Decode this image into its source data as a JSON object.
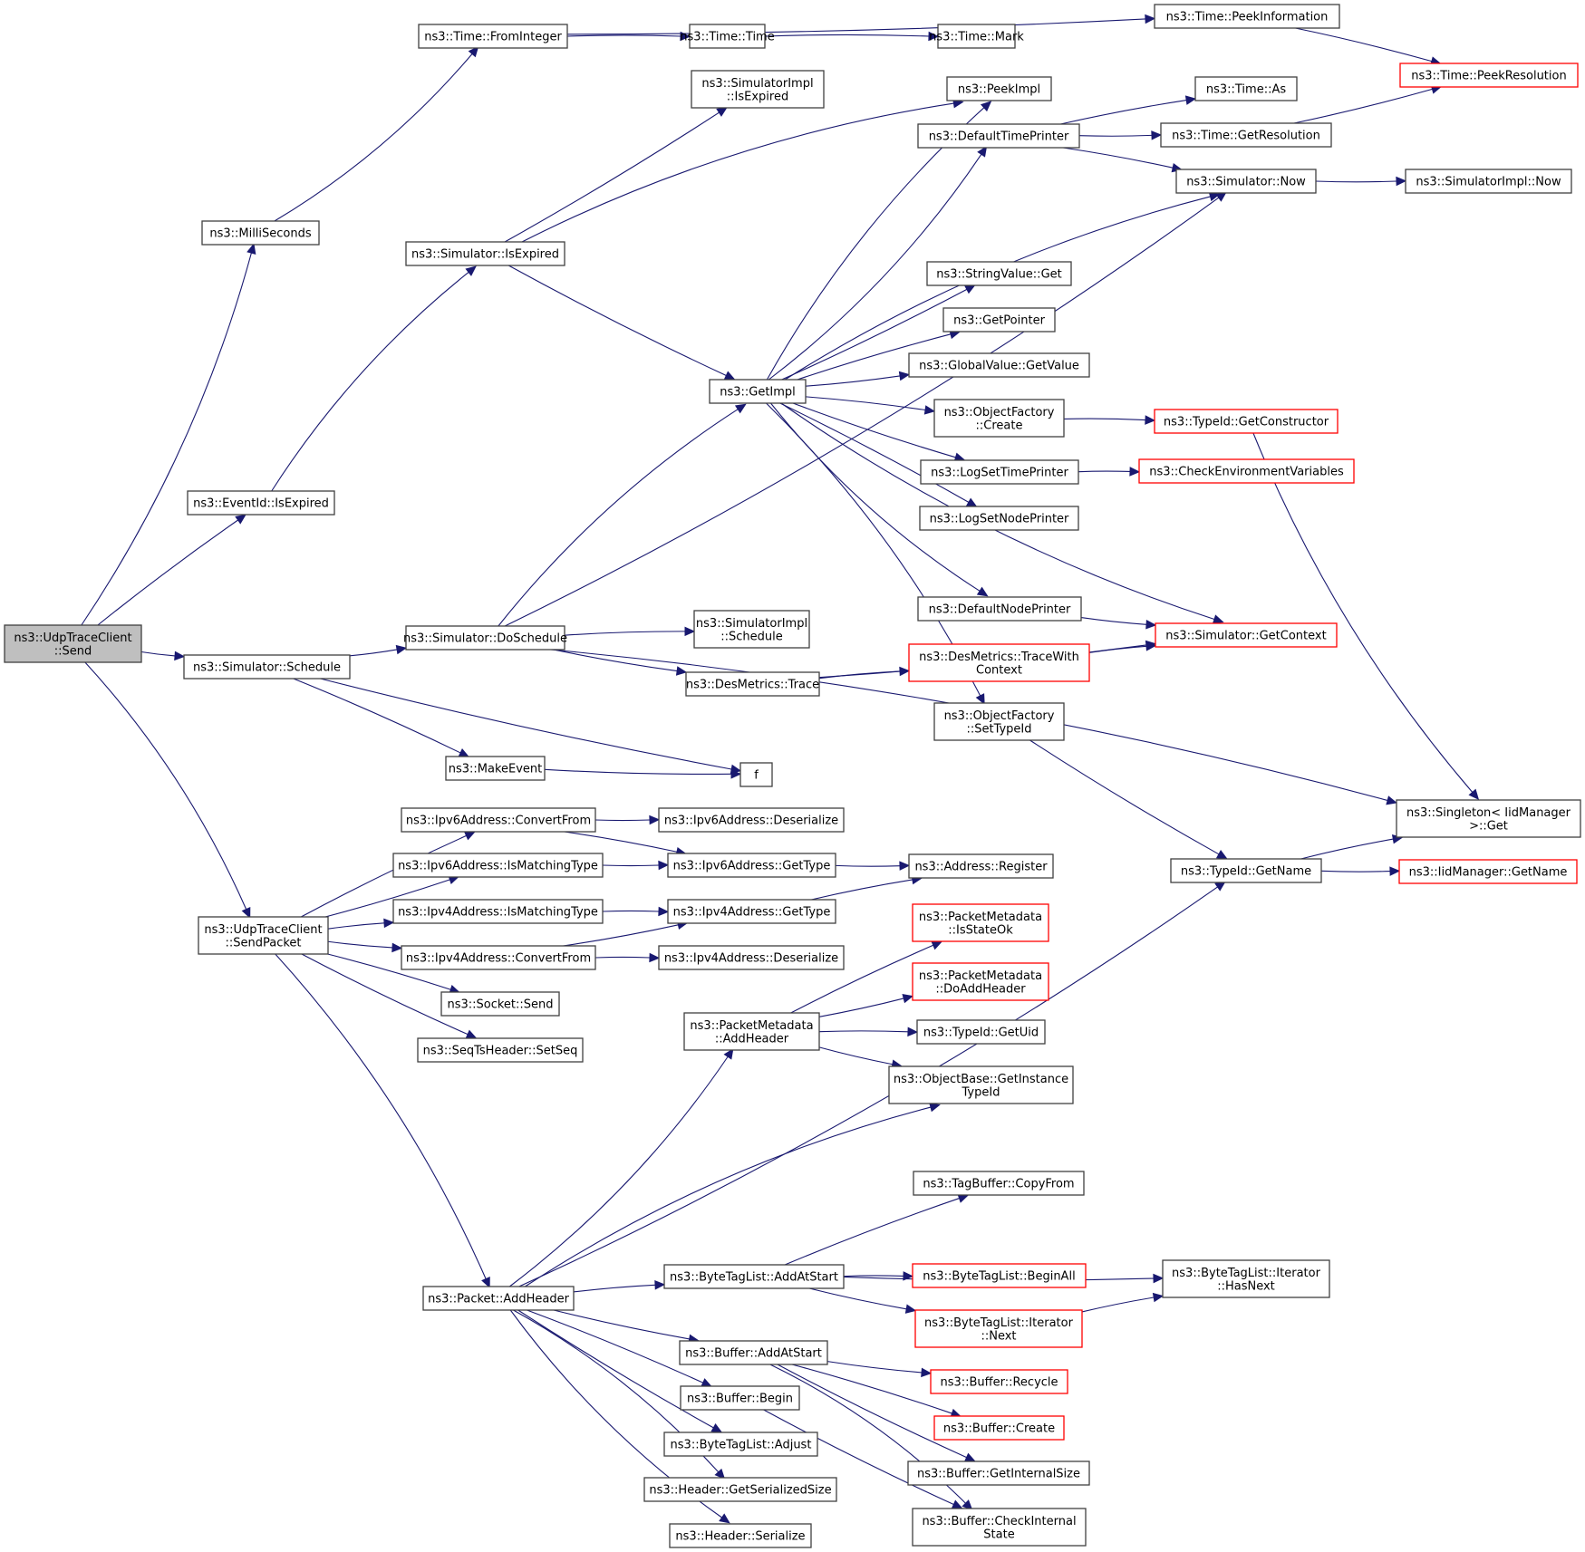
{
  "diagram": {
    "title": "Call graph of ns3::UdpTraceClient::Send",
    "colors": {
      "edge": "#191970",
      "node_border": "#404040",
      "root_fill": "#bfbfbf",
      "external_border": "#ff0000"
    },
    "nodes": [
      {
        "id": "send",
        "lines": [
          "ns3::UdpTraceClient",
          "::Send"
        ],
        "style": "root"
      },
      {
        "id": "millis",
        "lines": [
          "ns3::MilliSeconds"
        ]
      },
      {
        "id": "evexp",
        "lines": [
          "ns3::EventId::IsExpired"
        ]
      },
      {
        "id": "sched",
        "lines": [
          "ns3::Simulator::Schedule"
        ]
      },
      {
        "id": "sendpkt",
        "lines": [
          "ns3::UdpTraceClient",
          "::SendPacket"
        ]
      },
      {
        "id": "fromint",
        "lines": [
          "ns3::Time::FromInteger"
        ]
      },
      {
        "id": "simexp",
        "lines": [
          "ns3::Simulator::IsExpired"
        ]
      },
      {
        "id": "dosched",
        "lines": [
          "ns3::Simulator::DoSchedule"
        ]
      },
      {
        "id": "makeev",
        "lines": [
          "ns3::MakeEvent"
        ]
      },
      {
        "id": "f",
        "lines": [
          "f"
        ]
      },
      {
        "id": "v6conv",
        "lines": [
          "ns3::Ipv6Address::ConvertFrom"
        ]
      },
      {
        "id": "v6match",
        "lines": [
          "ns3::Ipv6Address::IsMatchingType"
        ]
      },
      {
        "id": "v4match",
        "lines": [
          "ns3::Ipv4Address::IsMatchingType"
        ]
      },
      {
        "id": "v4conv",
        "lines": [
          "ns3::Ipv4Address::ConvertFrom"
        ]
      },
      {
        "id": "socksend",
        "lines": [
          "ns3::Socket::Send"
        ]
      },
      {
        "id": "setseq",
        "lines": [
          "ns3::SeqTsHeader::SetSeq"
        ]
      },
      {
        "id": "pktaddh",
        "lines": [
          "ns3::Packet::AddHeader"
        ]
      },
      {
        "id": "timetime",
        "lines": [
          "ns3::Time::Time"
        ]
      },
      {
        "id": "timemark",
        "lines": [
          "ns3::Time::Mark"
        ]
      },
      {
        "id": "siexp",
        "lines": [
          "ns3::SimulatorImpl",
          "::IsExpired"
        ]
      },
      {
        "id": "getimpl",
        "lines": [
          "ns3::GetImpl"
        ]
      },
      {
        "id": "sisched",
        "lines": [
          "ns3::SimulatorImpl",
          "::Schedule"
        ]
      },
      {
        "id": "dmtrace",
        "lines": [
          "ns3::DesMetrics::Trace"
        ]
      },
      {
        "id": "v6deser",
        "lines": [
          "ns3::Ipv6Address::Deserialize"
        ]
      },
      {
        "id": "v6type",
        "lines": [
          "ns3::Ipv6Address::GetType"
        ]
      },
      {
        "id": "v4type",
        "lines": [
          "ns3::Ipv4Address::GetType"
        ]
      },
      {
        "id": "v4deser",
        "lines": [
          "ns3::Ipv4Address::Deserialize"
        ]
      },
      {
        "id": "pmaddh",
        "lines": [
          "ns3::PacketMetadata",
          "::AddHeader"
        ]
      },
      {
        "id": "btladd",
        "lines": [
          "ns3::ByteTagList::AddAtStart"
        ]
      },
      {
        "id": "bufadd",
        "lines": [
          "ns3::Buffer::AddAtStart"
        ]
      },
      {
        "id": "bufbegin",
        "lines": [
          "ns3::Buffer::Begin"
        ]
      },
      {
        "id": "btladj",
        "lines": [
          "ns3::ByteTagList::Adjust"
        ]
      },
      {
        "id": "hdrsize",
        "lines": [
          "ns3::Header::GetSerializedSize"
        ]
      },
      {
        "id": "hdrser",
        "lines": [
          "ns3::Header::Serialize"
        ]
      },
      {
        "id": "peekimpl",
        "lines": [
          "ns3::PeekImpl"
        ]
      },
      {
        "id": "deftp",
        "lines": [
          "ns3::DefaultTimePrinter"
        ]
      },
      {
        "id": "strget",
        "lines": [
          "ns3::StringValue::Get"
        ]
      },
      {
        "id": "getptr",
        "lines": [
          "ns3::GetPointer"
        ]
      },
      {
        "id": "gvget",
        "lines": [
          "ns3::GlobalValue::GetValue"
        ]
      },
      {
        "id": "ofcreate",
        "lines": [
          "ns3::ObjectFactory",
          "::Create"
        ]
      },
      {
        "id": "logtp",
        "lines": [
          "ns3::LogSetTimePrinter"
        ]
      },
      {
        "id": "lognp",
        "lines": [
          "ns3::LogSetNodePrinter"
        ]
      },
      {
        "id": "defnp",
        "lines": [
          "ns3::DefaultNodePrinter"
        ]
      },
      {
        "id": "dmtwc",
        "lines": [
          "ns3::DesMetrics::TraceWith",
          "Context"
        ],
        "style": "red"
      },
      {
        "id": "ofsettid",
        "lines": [
          "ns3::ObjectFactory",
          "::SetTypeId"
        ]
      },
      {
        "id": "addrreg",
        "lines": [
          "ns3::Address::Register"
        ]
      },
      {
        "id": "pmstate",
        "lines": [
          "ns3::PacketMetadata",
          "::IsStateOk"
        ],
        "style": "red"
      },
      {
        "id": "pmdoadd",
        "lines": [
          "ns3::PacketMetadata",
          "::DoAddHeader"
        ],
        "style": "red"
      },
      {
        "id": "tiduid",
        "lines": [
          "ns3::TypeId::GetUid"
        ]
      },
      {
        "id": "obgit",
        "lines": [
          "ns3::ObjectBase::GetInstance",
          "TypeId"
        ]
      },
      {
        "id": "tbcopy",
        "lines": [
          "ns3::TagBuffer::CopyFrom"
        ]
      },
      {
        "id": "btlbegin",
        "lines": [
          "ns3::ByteTagList::BeginAll"
        ],
        "style": "red"
      },
      {
        "id": "btlnext",
        "lines": [
          "ns3::ByteTagList::Iterator",
          "::Next"
        ],
        "style": "red"
      },
      {
        "id": "bufrec",
        "lines": [
          "ns3::Buffer::Recycle"
        ],
        "style": "red"
      },
      {
        "id": "bufcreate",
        "lines": [
          "ns3::Buffer::Create"
        ],
        "style": "red"
      },
      {
        "id": "bufgis",
        "lines": [
          "ns3::Buffer::GetInternalSize"
        ]
      },
      {
        "id": "bufcis",
        "lines": [
          "ns3::Buffer::CheckInternal",
          "State"
        ]
      },
      {
        "id": "peekinfo",
        "lines": [
          "ns3::Time::PeekInformation"
        ]
      },
      {
        "id": "timeas",
        "lines": [
          "ns3::Time::As"
        ]
      },
      {
        "id": "getres",
        "lines": [
          "ns3::Time::GetResolution"
        ]
      },
      {
        "id": "simnow",
        "lines": [
          "ns3::Simulator::Now"
        ]
      },
      {
        "id": "tidctor",
        "lines": [
          "ns3::TypeId::GetConstructor"
        ],
        "style": "red"
      },
      {
        "id": "checkenv",
        "lines": [
          "ns3::CheckEnvironmentVariables"
        ],
        "style": "red"
      },
      {
        "id": "getctx",
        "lines": [
          "ns3::Simulator::GetContext"
        ],
        "style": "red"
      },
      {
        "id": "singleton",
        "lines": [
          "ns3::Singleton< IidManager",
          ">::Get"
        ]
      },
      {
        "id": "tidname",
        "lines": [
          "ns3::TypeId::GetName"
        ]
      },
      {
        "id": "iidname",
        "lines": [
          "ns3::IidManager::GetName"
        ],
        "style": "red"
      },
      {
        "id": "btlhasnext",
        "lines": [
          "ns3::ByteTagList::Iterator",
          "::HasNext"
        ]
      },
      {
        "id": "peekres",
        "lines": [
          "ns3::Time::PeekResolution"
        ],
        "style": "red"
      },
      {
        "id": "sinow",
        "lines": [
          "ns3::SimulatorImpl::Now"
        ]
      }
    ],
    "edges": [
      [
        "send",
        "millis"
      ],
      [
        "send",
        "evexp"
      ],
      [
        "send",
        "sched"
      ],
      [
        "send",
        "sendpkt"
      ],
      [
        "millis",
        "fromint"
      ],
      [
        "evexp",
        "simexp"
      ],
      [
        "sched",
        "dosched"
      ],
      [
        "sched",
        "makeev"
      ],
      [
        "sched",
        "f"
      ],
      [
        "fromint",
        "timetime"
      ],
      [
        "fromint",
        "peekinfo"
      ],
      [
        "timetime",
        "timemark"
      ],
      [
        "simexp",
        "siexp"
      ],
      [
        "simexp",
        "peekimpl"
      ],
      [
        "simexp",
        "getimpl"
      ],
      [
        "dosched",
        "getimpl"
      ],
      [
        "dosched",
        "simnow"
      ],
      [
        "dosched",
        "sisched"
      ],
      [
        "dosched",
        "dmtrace"
      ],
      [
        "dosched",
        "singleton"
      ],
      [
        "makeev",
        "f"
      ],
      [
        "getimpl",
        "peekimpl"
      ],
      [
        "getimpl",
        "deftp"
      ],
      [
        "getimpl",
        "simnow"
      ],
      [
        "getimpl",
        "strget"
      ],
      [
        "getimpl",
        "getptr"
      ],
      [
        "getimpl",
        "gvget"
      ],
      [
        "getimpl",
        "ofcreate"
      ],
      [
        "getimpl",
        "logtp"
      ],
      [
        "getimpl",
        "lognp"
      ],
      [
        "getimpl",
        "defnp"
      ],
      [
        "getimpl",
        "ofsettid"
      ],
      [
        "getimpl",
        "getctx"
      ],
      [
        "deftp",
        "timeas"
      ],
      [
        "deftp",
        "getres"
      ],
      [
        "deftp",
        "simnow"
      ],
      [
        "getres",
        "peekres"
      ],
      [
        "peekinfo",
        "peekres"
      ],
      [
        "simnow",
        "sinow"
      ],
      [
        "ofcreate",
        "tidctor"
      ],
      [
        "tidctor",
        "singleton"
      ],
      [
        "logtp",
        "checkenv"
      ],
      [
        "defnp",
        "getctx"
      ],
      [
        "dmtrace",
        "dmtwc"
      ],
      [
        "dmtrace",
        "getctx"
      ],
      [
        "dmtwc",
        "getctx"
      ],
      [
        "ofsettid",
        "tidname"
      ],
      [
        "tidname",
        "singleton"
      ],
      [
        "tidname",
        "iidname"
      ],
      [
        "sendpkt",
        "v6conv"
      ],
      [
        "sendpkt",
        "v6match"
      ],
      [
        "sendpkt",
        "v4match"
      ],
      [
        "sendpkt",
        "v4conv"
      ],
      [
        "sendpkt",
        "socksend"
      ],
      [
        "sendpkt",
        "setseq"
      ],
      [
        "sendpkt",
        "pktaddh"
      ],
      [
        "v6conv",
        "v6deser"
      ],
      [
        "v6conv",
        "v6type"
      ],
      [
        "v6match",
        "v6type"
      ],
      [
        "v4match",
        "v4type"
      ],
      [
        "v4conv",
        "v4type"
      ],
      [
        "v4conv",
        "v4deser"
      ],
      [
        "v6type",
        "addrreg"
      ],
      [
        "v4type",
        "addrreg"
      ],
      [
        "pktaddh",
        "pmaddh"
      ],
      [
        "pktaddh",
        "obgit"
      ],
      [
        "pktaddh",
        "tidname"
      ],
      [
        "pktaddh",
        "btladd"
      ],
      [
        "pktaddh",
        "bufadd"
      ],
      [
        "pktaddh",
        "bufbegin"
      ],
      [
        "pktaddh",
        "btladj"
      ],
      [
        "pktaddh",
        "hdrsize"
      ],
      [
        "pktaddh",
        "hdrser"
      ],
      [
        "pmaddh",
        "pmstate"
      ],
      [
        "pmaddh",
        "pmdoadd"
      ],
      [
        "pmaddh",
        "tiduid"
      ],
      [
        "pmaddh",
        "obgit"
      ],
      [
        "btladd",
        "tbcopy"
      ],
      [
        "btladd",
        "btlhasnext"
      ],
      [
        "btladd",
        "btlbegin"
      ],
      [
        "btladd",
        "btlnext"
      ],
      [
        "btlnext",
        "btlhasnext"
      ],
      [
        "bufadd",
        "bufrec"
      ],
      [
        "bufadd",
        "bufcreate"
      ],
      [
        "bufadd",
        "bufgis"
      ],
      [
        "bufadd",
        "bufcis"
      ],
      [
        "bufbegin",
        "bufcis"
      ]
    ]
  }
}
